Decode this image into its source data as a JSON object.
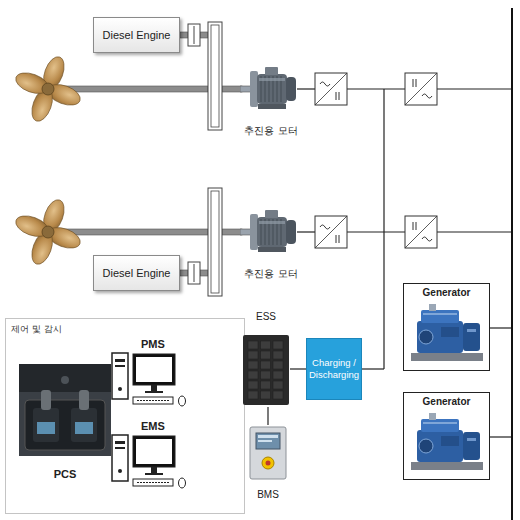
{
  "diagram": {
    "nodes": [
      {
        "text": [
          "Diesel Engine"
        ]
      },
      {
        "text": [
          "추진용 모터"
        ]
      },
      {
        "text": [
          "추진용 모터"
        ]
      },
      {
        "text": [
          "Diesel Engine"
        ]
      },
      {
        "text": [
          "Generator"
        ]
      },
      {
        "text": [
          "제어 및 감시"
        ]
      },
      {
        "text": [
          "PMS"
        ],
        "in": 5
      },
      {
        "text": [
          "PCS"
        ],
        "in": 5
      },
      {
        "text": [
          "EMS"
        ],
        "in": 5
      },
      {
        "text": [
          "ESS"
        ]
      },
      {
        "text": [
          "Charging / Discharging"
        ]
      },
      {
        "text": [
          "Generator"
        ]
      },
      {
        "text": [
          "BMS"
        ]
      }
    ],
    "edges": [
      {
        "from": 9,
        "to": 10,
        "arrow": "none"
      },
      {
        "from": 9,
        "to": 12,
        "arrow": "none"
      }
    ]
  }
}
